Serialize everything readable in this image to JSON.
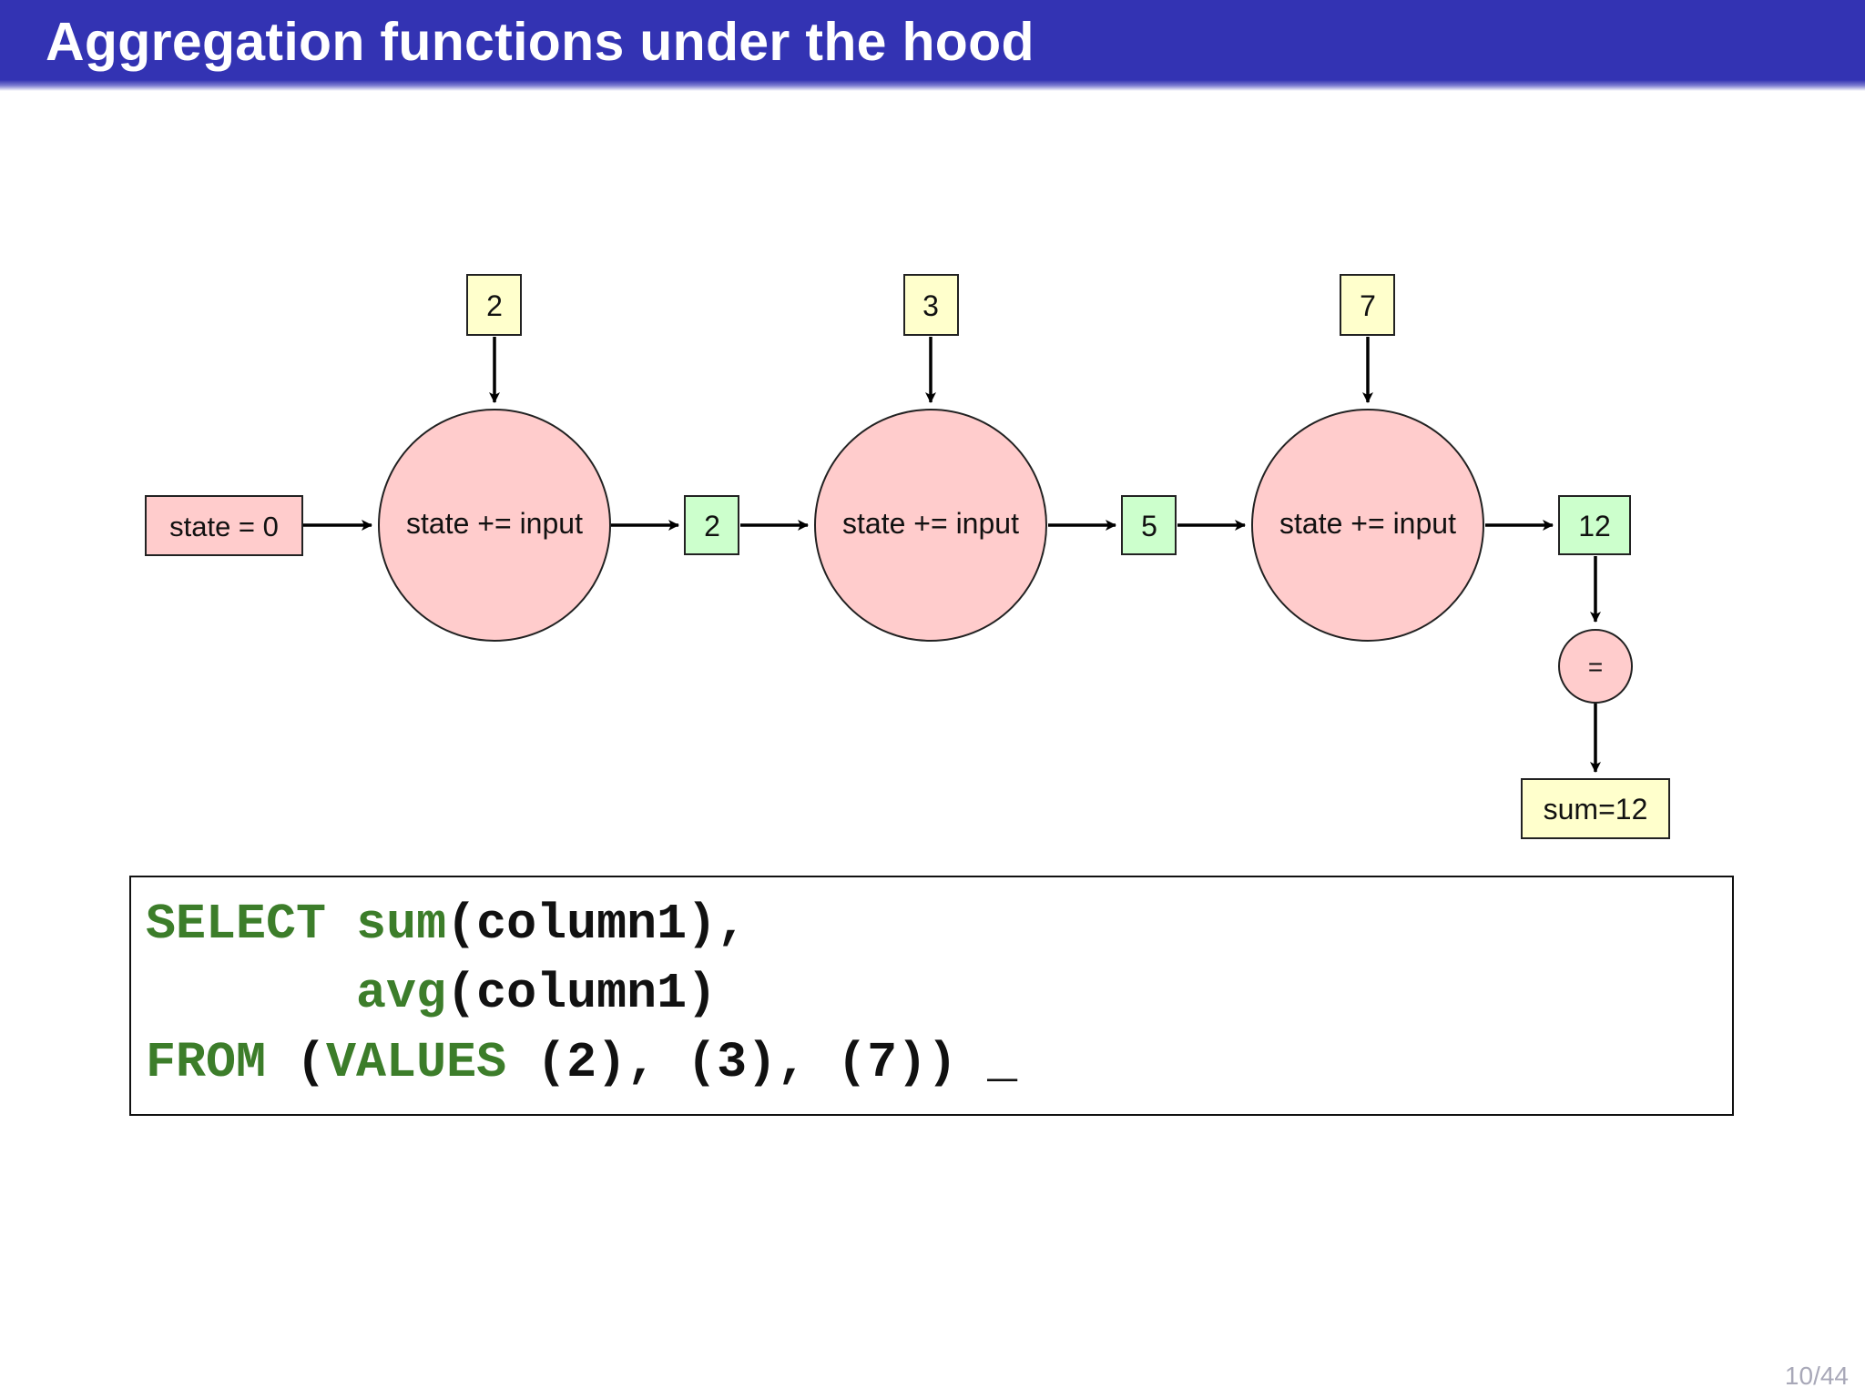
{
  "slide": {
    "title": "Aggregation functions under the hood",
    "page_number": "10/44"
  },
  "diagram": {
    "initial_state": "state = 0",
    "inputs": [
      "2",
      "3",
      "7"
    ],
    "step_label": "state += input",
    "intermediate_states": [
      "2",
      "5",
      "12"
    ],
    "final_op": "=",
    "result": "sum=12"
  },
  "code": {
    "line1": {
      "kw1": "SELECT",
      "fn": "sum",
      "rest": "(column1),",
      "pad": " "
    },
    "line2": {
      "pad": "       ",
      "fn": "avg",
      "rest": "(column1)"
    },
    "line3": {
      "kw1": "FROM",
      "mid1": " (",
      "kw2": "VALUES",
      "rest": " (2), (3), (7)) _"
    }
  },
  "colors": {
    "header_blue": "#3333b3",
    "node_pink": "#ffcccc",
    "state_green": "#ccffcc",
    "input_yellow": "#ffffcc",
    "keyword_green": "#3c7d2a"
  }
}
